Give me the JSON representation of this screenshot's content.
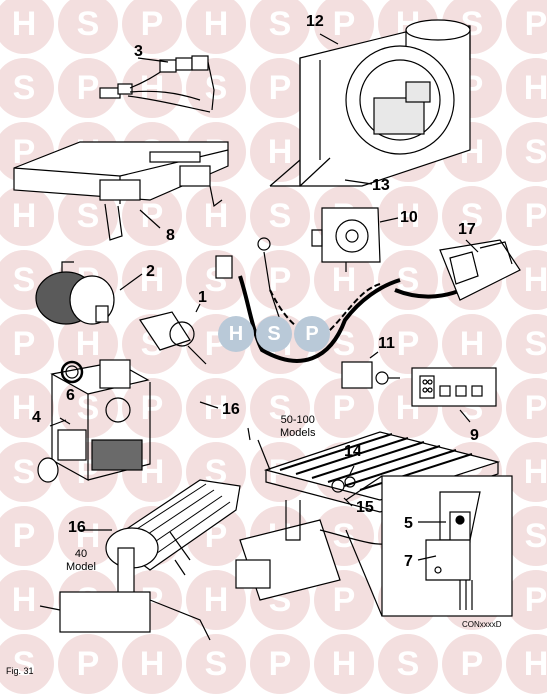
{
  "watermark": {
    "letters": [
      "H",
      "S",
      "P"
    ],
    "color": "#f3dfdf",
    "center_logo": "HSP"
  },
  "callouts": {
    "c1": "1",
    "c2": "2",
    "c3": "3",
    "c4": "4",
    "c5": "5",
    "c6": "6",
    "c7": "7",
    "c8": "8",
    "c9": "9",
    "c10": "10",
    "c11": "11",
    "c12": "12",
    "c13": "13",
    "c14": "14",
    "c15": "15",
    "c16a": "16",
    "c16b": "16",
    "c17": "17"
  },
  "notes": {
    "models_50_100": "50-100\nModels",
    "model_40": "40\nModel"
  },
  "drawing_code": "CONxxxxD",
  "figure_label": "Fig. 31"
}
